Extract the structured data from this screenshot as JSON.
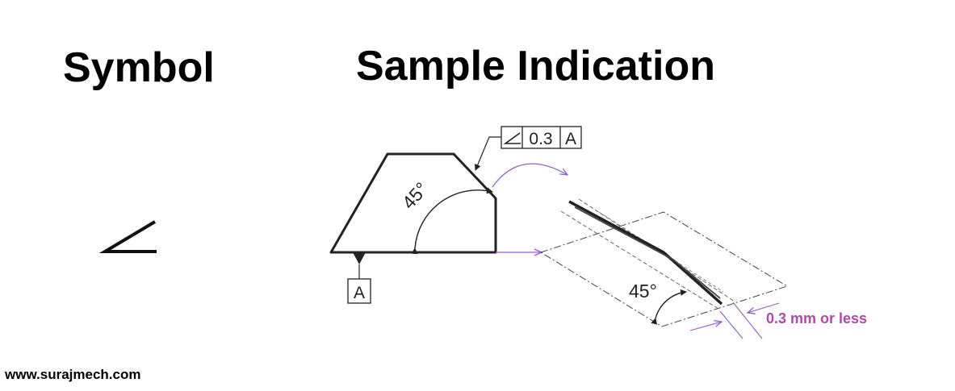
{
  "headings": {
    "symbol": "Symbol",
    "sample": "Sample Indication"
  },
  "frame": {
    "symbol_glyph": "∠",
    "tolerance": "0.3",
    "datum": "A"
  },
  "datum_label": "A",
  "angles": {
    "part_angle": "45°",
    "zone_angle": "45°"
  },
  "zone_note": "0.3 mm or less",
  "watermark": "www.surajmech.com",
  "colors": {
    "ink": "#222222",
    "accent": "#8e5fd1",
    "note": "#b04aa8"
  },
  "icons": {
    "angularity": "angularity-symbol-icon"
  }
}
